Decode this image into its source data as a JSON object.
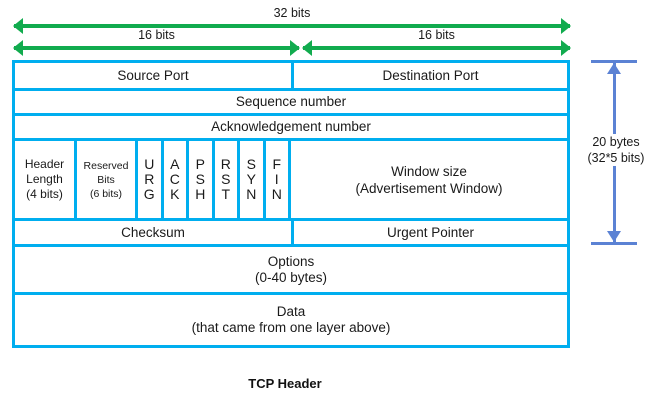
{
  "diagram": {
    "title": "TCP Header",
    "colors": {
      "cell_border": "#00aeef",
      "width_arrow": "#11ab4e",
      "measure_arrow": "#5b82d4",
      "text": "#1a1a1a",
      "background": "#ffffff"
    }
  },
  "width_arrows": {
    "total": {
      "label": "32 bits"
    },
    "left_half": {
      "label": "16 bits"
    },
    "right_half": {
      "label": "16 bits"
    }
  },
  "rows": {
    "ports": {
      "source": "Source Port",
      "destination": "Destination Port"
    },
    "sequence": {
      "label": "Sequence number"
    },
    "acknowledgement": {
      "label": "Acknowledgement number"
    },
    "flags_row": {
      "header_length": {
        "line1": "Header",
        "line2": "Length",
        "line3": "(4 bits)"
      },
      "reserved": {
        "line1": "Reserved",
        "line2": "Bits",
        "line3": "(6 bits)"
      },
      "flags": [
        {
          "name": "URG",
          "letters": [
            "U",
            "R",
            "G"
          ]
        },
        {
          "name": "ACK",
          "letters": [
            "A",
            "C",
            "K"
          ]
        },
        {
          "name": "PSH",
          "letters": [
            "P",
            "S",
            "H"
          ]
        },
        {
          "name": "RST",
          "letters": [
            "R",
            "S",
            "T"
          ]
        },
        {
          "name": "SYN",
          "letters": [
            "S",
            "Y",
            "N"
          ]
        },
        {
          "name": "FIN",
          "letters": [
            "F",
            "I",
            "N"
          ]
        }
      ],
      "window": {
        "line1": "Window size",
        "line2": "(Advertisement Window)"
      }
    },
    "checksum_row": {
      "checksum": "Checksum",
      "urgent_pointer": "Urgent Pointer"
    },
    "options": {
      "line1": "Options",
      "line2": "(0-40 bytes)"
    },
    "data": {
      "line1": "Data",
      "line2": "(that came from one layer above)"
    }
  },
  "measure": {
    "line1": "20 bytes",
    "line2": "(32*5 bits)"
  }
}
